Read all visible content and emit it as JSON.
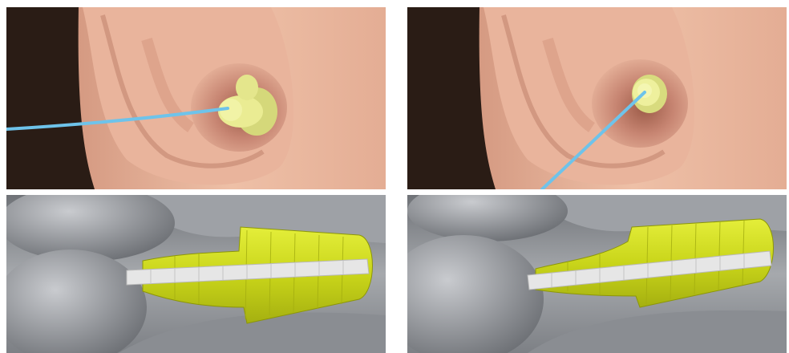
{
  "panels": [
    {
      "id": "ear-photo-cord-horizontal",
      "kind": "photo",
      "cord": "horizontal"
    },
    {
      "id": "ear-photo-cord-diagonal",
      "kind": "photo",
      "cord": "diagonal"
    },
    {
      "id": "canal-cutaway-earplug-deep",
      "kind": "illustration",
      "fit": "deep"
    },
    {
      "id": "canal-cutaway-earplug-shallow",
      "kind": "illustration",
      "fit": "shallow"
    }
  ],
  "colors": {
    "background": "#ffffff",
    "skin": "#e8b39a",
    "hair": "#2a1c15",
    "earplug": "#e7e98a",
    "cord": "#6ec3ea",
    "canal_gray": "#8e9196",
    "earplug_3d": "#d6e21c",
    "core": "#e6e6e6"
  }
}
